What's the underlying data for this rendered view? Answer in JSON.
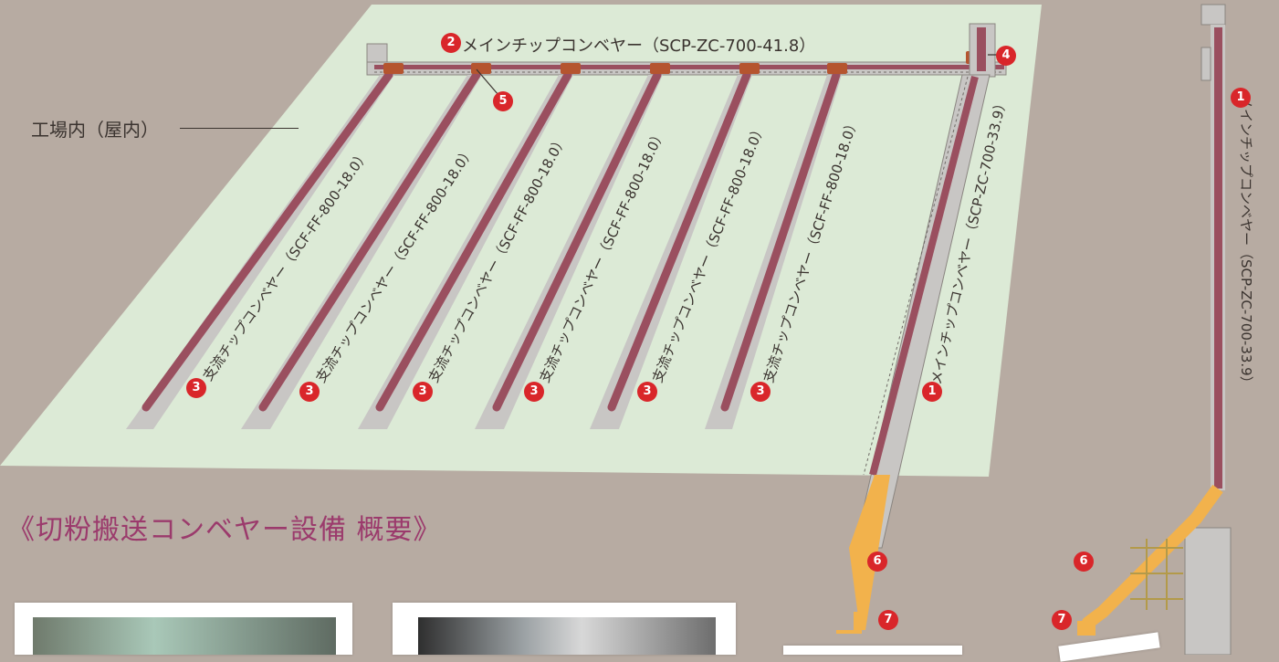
{
  "labels": {
    "factory": "工場内（屋内）",
    "heading": "《切粉搬送コンベヤー設備 概要》",
    "main_conveyor_2": "メインチップコンベヤー（SCP-ZC-700-41.8）",
    "main_conveyor_1": "メインチップコンベヤー（SCP-ZC-700-33.9）",
    "branch_conveyor": "支流チップコンベヤー（SCF-FF-800-18.0）"
  },
  "badges": {
    "one": "1",
    "two": "2",
    "three": "3",
    "four": "4",
    "five": "5",
    "six": "6",
    "seven": "7"
  },
  "colors": {
    "background": "#b7aba2",
    "floor": "#dcead6",
    "conveyor": "#9a4f5f",
    "trough": "#c8c6c4",
    "hopper": "#f2b24c",
    "badge": "#d9262a",
    "heading": "#9b3a6c"
  }
}
